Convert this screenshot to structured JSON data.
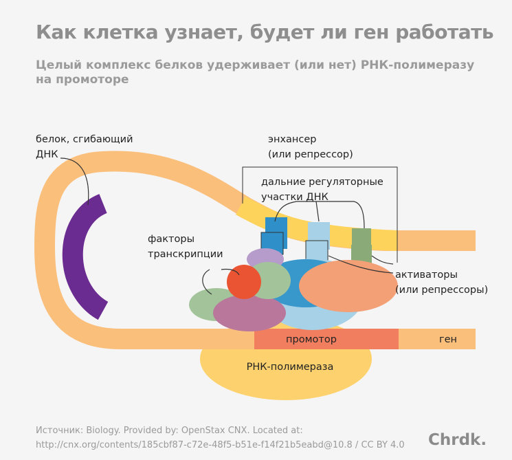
{
  "title": "Как клетка узнает, будет ли ген работать",
  "subtitle": "Целый комплекс белков удерживает (или нет) РНК-полимеразу на промоторе",
  "labels": {
    "bending_protein_line1": "белок, сгибающий",
    "bending_protein_line2": "ДНК",
    "enhancer_line1": "энхансер",
    "enhancer_line2": "(или репрессор)",
    "distal_line1": "дальние регуляторные",
    "distal_line2": "участки ДНК",
    "tf_line1": "факторы",
    "tf_line2": "транскрипции",
    "activators_line1": "активаторы",
    "activators_line2": "(или репрессоры)",
    "promoter": "промотор",
    "gene": "ген",
    "rna_polymerase": "РНК-полимераза"
  },
  "footer": {
    "line1": "Источник: Biology. Provided by: OpenStax CNX. Located at:",
    "line2": "http://cnx.org/contents/185cbf87-c72e-48f5-b51e-f14f21b5eabd@10.8 / CC BY 4.0"
  },
  "brand": "Chrdk.",
  "colors": {
    "dna": "#fbbf7c",
    "bending_protein": "#6b2c91",
    "enhancer_band": "#fdd35b",
    "promoter": "#f07e5f",
    "rna_polymerase": "#fdd26e",
    "site_blue": "#2e8fc9",
    "site_light_blue": "#a6d1e6",
    "site_green": "#8aab78",
    "coactivator_blue": "#3897cb",
    "activator_salmon": "#f3a077",
    "tf_red": "#ea5432",
    "tf_green": "#a3c49b",
    "tf_mauve": "#b9779c",
    "tf_lavender": "#b59ccb"
  }
}
